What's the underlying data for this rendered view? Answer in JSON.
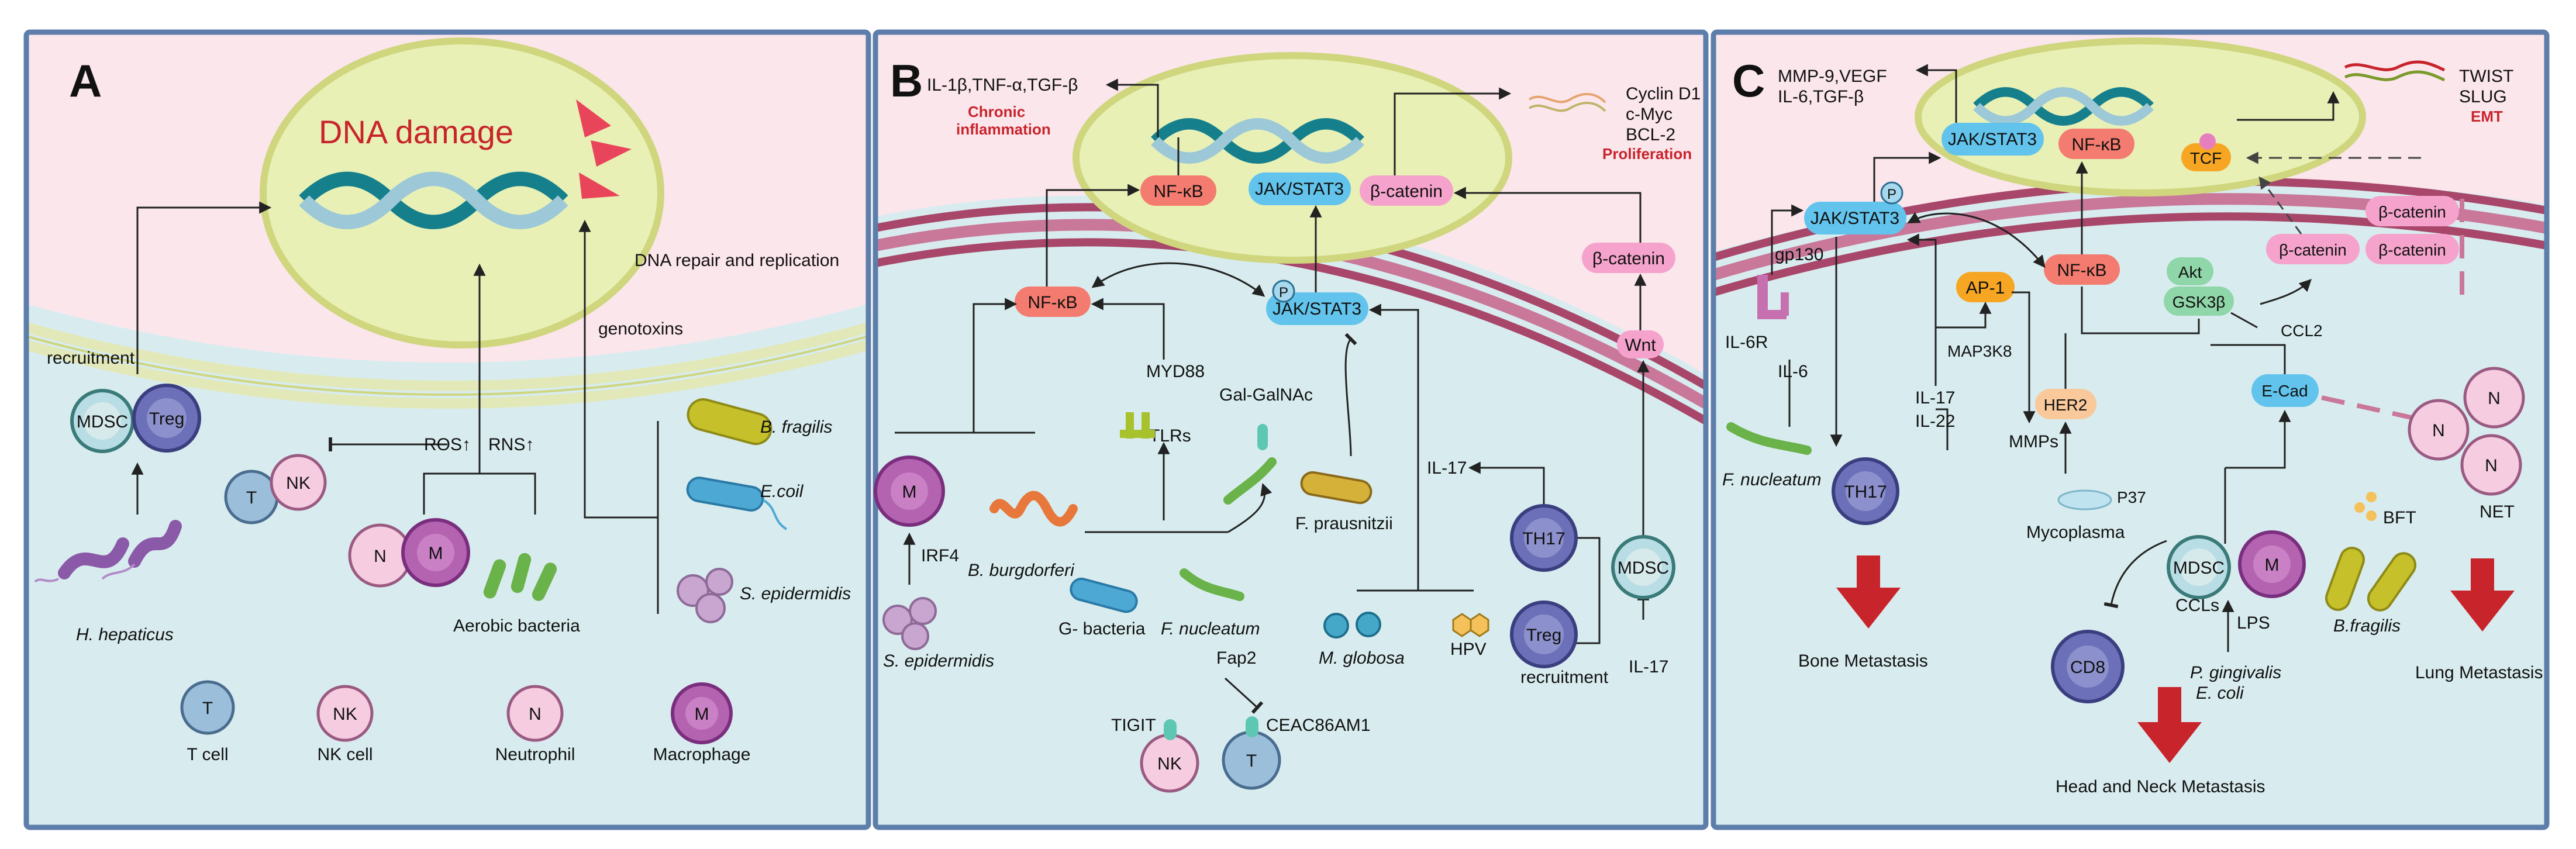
{
  "panels": {
    "a": {
      "letter": "A",
      "dna_damage": "DNA damage",
      "dna_repair": "DNA repair and replication",
      "genotoxins": "genotoxins",
      "recruitment": "recruitment",
      "ros": "ROS↑",
      "rns": "RNS↑",
      "aerobic": "Aerobic bacteria",
      "h_hepaticus": "H. hepaticus",
      "b_fragilis": "B. fragilis",
      "e_coil": "E.coil",
      "s_epidermidis": "S. epidermidis",
      "cells": {
        "mdsc": "MDSC",
        "treg": "Treg",
        "t": "T",
        "nk": "NK",
        "n": "N",
        "m": "M"
      },
      "legend": [
        {
          "symbol": "T",
          "label": "T cell"
        },
        {
          "symbol": "NK",
          "label": "NK cell"
        },
        {
          "symbol": "N",
          "label": "Neutrophil"
        },
        {
          "symbol": "M",
          "label": "Macrophage"
        }
      ]
    },
    "b": {
      "letter": "B",
      "cytokines": "IL-1β,TNF-α,TGF-β",
      "chronic_1": "Chronic",
      "chronic_2": "inflammation",
      "cyclin": "Cyclin D1",
      "cmyc": "c-Myc",
      "bcl2": "BCL-2",
      "proliferation": "Proliferation",
      "nfkb_nuc": "NF-κB",
      "jak_nuc": "JAK/STAT3",
      "bcat_nuc": "β-catenin",
      "nfkb_cyto": "NF-κB",
      "jak_cyto": "JAK/STAT3",
      "p": "P",
      "bcat_cyto": "β-catenin",
      "wnt": "Wnt",
      "myd88": "MYD88",
      "gal": "Gal-GalNAc",
      "tlrs": "TLRs",
      "il17": "IL-17",
      "il17_b": "IL-17",
      "irf4": "IRF4",
      "b_burg": "B. burgdorferi",
      "g_bact": "G- bacteria",
      "f_nuc": "F. nucleatum",
      "f_praus": "F. prausnitzii",
      "m_glob": "M. globosa",
      "hpv": "HPV",
      "s_epi": "S. epidermidis",
      "fap2": "Fap2",
      "tigit": "TIGIT",
      "ceac": "CEAC86AM1",
      "recruitment": "recruitment",
      "cells": {
        "m": "M",
        "th17": "TH17",
        "mdsc": "MDSC",
        "treg": "Treg",
        "nk": "NK",
        "t": "T"
      }
    },
    "c": {
      "letter": "C",
      "cyto1": "MMP-9,VEGF",
      "cyto2": "IL-6,TGF-β",
      "twist": "TWIST",
      "slug": "SLUG",
      "emt": "EMT",
      "jak_nuc": "JAK/STAT3",
      "nfkb_nuc": "NF-κB",
      "tcf": "TCF",
      "jak_cyto": "JAK/STAT3",
      "p": "P",
      "gp130": "gp130",
      "il6r": "IL-6R",
      "il6": "IL-6",
      "ap1": "AP-1",
      "map3k8": "MAP3K8",
      "il17": "IL-17",
      "il22": "IL-22",
      "mmps": "MMPs",
      "nfkb_cyto": "NF-κB",
      "akt": "Akt",
      "gsk": "GSK3β",
      "ccl2": "CCL2",
      "bcat1": "β-catenin",
      "bcat2": "β-catenin",
      "bcat3": "β-catenin",
      "her2": "HER2",
      "ecad": "E-Cad",
      "p37": "P37",
      "mycoplasma": "Mycoplasma",
      "f_nuc": "F. nucleatum",
      "ccls": "CCLs",
      "lps": "LPS",
      "bft": "BFT",
      "b_frag": "B.fragilis",
      "p_ging": "P. gingivalis",
      "e_coli": "E. coli",
      "net": "NET",
      "bone_met": "Bone Metastasis",
      "head_met": "Head and Neck Metastasis",
      "lung_met": "Lung Metastasis",
      "cells": {
        "th17": "TH17",
        "mdsc": "MDSC",
        "m": "M",
        "cd8": "CD8",
        "n": "N"
      }
    }
  },
  "colors": {
    "nucleus_bg": "#fbe6ec",
    "cyto_bg": "#d8ecef",
    "nucleus": "#e8f0b6",
    "nucleus_rim": "#cfd67e",
    "membrane": "#a8476a",
    "dna_dark": "#157f8c",
    "dna_light": "#9cc8d8",
    "frame": "#5d7eaa",
    "nfkb": "#f47b6f",
    "jak": "#62c4ec",
    "bcat": "#f5a3cc",
    "ap1": "#f6a623",
    "red": "#c8242b"
  }
}
